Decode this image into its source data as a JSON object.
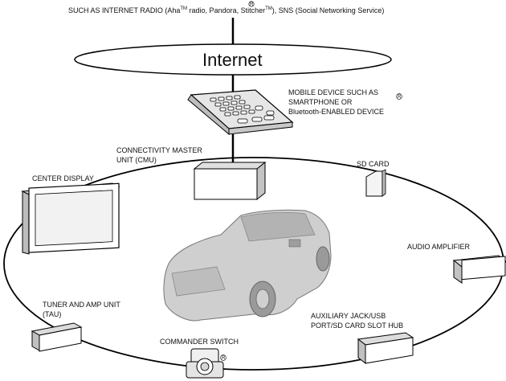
{
  "header": {
    "text": "SUCH AS INTERNET RADIO (Aha",
    "tm1": "TM",
    "text2": " radio, Pandora, Stitcher",
    "tm2": "TM",
    "text3": "), SNS (Social Networking Service)",
    "registered": "R"
  },
  "internet": {
    "label": "Internet"
  },
  "mobile": {
    "line1": "MOBILE DEVICE SUCH AS",
    "line2": "SMARTPHONE OR",
    "line3": "Bluetooth-ENABLED DEVICE",
    "registered": "R"
  },
  "cmu": {
    "line1": "CONNECTIVITY MASTER",
    "line2": "UNIT (CMU)"
  },
  "sd_card": {
    "label": "SD CARD"
  },
  "center_display": {
    "label": "CENTER DISPLAY"
  },
  "audio_amplifier": {
    "label": "AUDIO AMPLIFIER"
  },
  "tau": {
    "line1": "TUNER AND AMP UNIT",
    "line2": "(TAU)"
  },
  "aux_hub": {
    "line1": "AUXILIARY JACK/USB",
    "line2": "PORT/SD CARD SLOT HUB"
  },
  "commander": {
    "label": "COMMANDER SWITCH",
    "registered": "R"
  },
  "colors": {
    "line": "#000000",
    "shade": "#d9d9d9",
    "car": "#cfcfcf"
  }
}
